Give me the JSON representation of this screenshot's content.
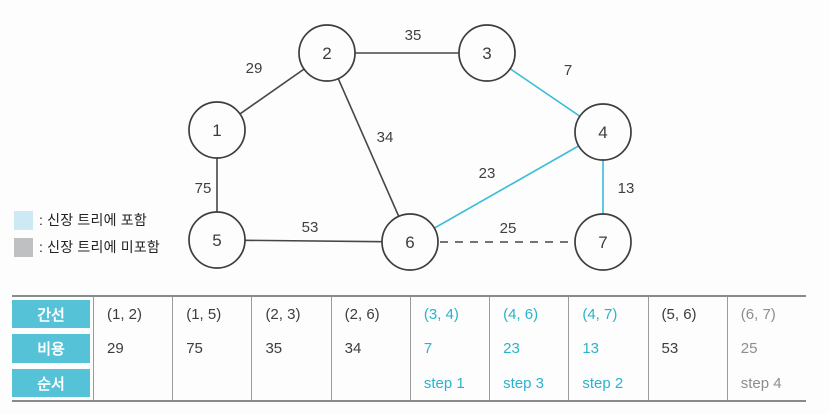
{
  "graph": {
    "nodes": [
      {
        "label": "1"
      },
      {
        "label": "2"
      },
      {
        "label": "3"
      },
      {
        "label": "4"
      },
      {
        "label": "5"
      },
      {
        "label": "6"
      },
      {
        "label": "7"
      }
    ],
    "edges": [
      {
        "from": "1",
        "to": "2",
        "weight": "29",
        "style": "normal"
      },
      {
        "from": "1",
        "to": "5",
        "weight": "75",
        "style": "normal"
      },
      {
        "from": "2",
        "to": "3",
        "weight": "35",
        "style": "normal"
      },
      {
        "from": "2",
        "to": "6",
        "weight": "34",
        "style": "normal"
      },
      {
        "from": "3",
        "to": "4",
        "weight": "7",
        "style": "selected"
      },
      {
        "from": "4",
        "to": "6",
        "weight": "23",
        "style": "selected"
      },
      {
        "from": "4",
        "to": "7",
        "weight": "13",
        "style": "selected"
      },
      {
        "from": "5",
        "to": "6",
        "weight": "53",
        "style": "normal"
      },
      {
        "from": "6",
        "to": "7",
        "weight": "25",
        "style": "dashed"
      }
    ]
  },
  "legend": {
    "included_label": ": 신장 트리에 포함",
    "excluded_label": ": 신장 트리에 미포함",
    "included_color": "#cde9f3",
    "excluded_color": "#bec0c2"
  },
  "table": {
    "row_headers": [
      "간선",
      "비용",
      "순서"
    ],
    "columns": [
      {
        "edge": "(1, 2)",
        "cost": "29",
        "step": "",
        "tone": "dark"
      },
      {
        "edge": "(1, 5)",
        "cost": "75",
        "step": "",
        "tone": "dark"
      },
      {
        "edge": "(2, 3)",
        "cost": "35",
        "step": "",
        "tone": "dark"
      },
      {
        "edge": "(2, 6)",
        "cost": "34",
        "step": "",
        "tone": "dark"
      },
      {
        "edge": "(3, 4)",
        "cost": "7",
        "step": "step 1",
        "tone": "accent"
      },
      {
        "edge": "(4, 6)",
        "cost": "23",
        "step": "step 3",
        "tone": "accent"
      },
      {
        "edge": "(4, 7)",
        "cost": "13",
        "step": "step 2",
        "tone": "accent"
      },
      {
        "edge": "(5, 6)",
        "cost": "53",
        "step": "",
        "tone": "dark"
      },
      {
        "edge": "(6, 7)",
        "cost": "25",
        "step": "step 4",
        "tone": "muted"
      }
    ]
  },
  "colors": {
    "accent_text": "#2ab3ce",
    "selected_edge": "#38bed8",
    "table_header_bg": "#55c2d8",
    "muted_text": "#8d8d8d",
    "dark_text": "#3d3d3d"
  }
}
